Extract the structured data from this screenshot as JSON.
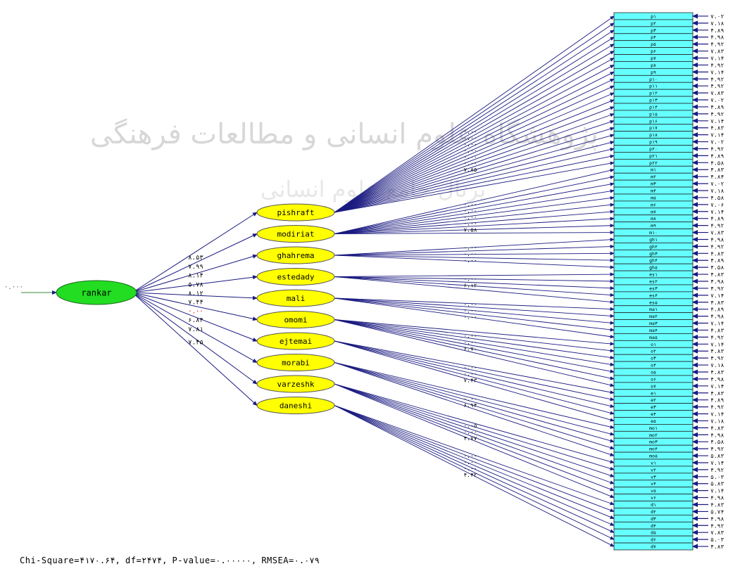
{
  "watermark": {
    "line1": "پژوهشگاه علوم انسانی و مطالعات فرهنگی",
    "line2": "پرتال جامع علوم انسانی"
  },
  "root": {
    "label": "rankar",
    "fill": "#22dd22",
    "error_label": "·.···"
  },
  "factors": [
    {
      "label": "pishraft",
      "loading": "",
      "n_items": 22,
      "group_labels": [
        "·.··",
        "·.··",
        "·.··",
        "·.··",
        "·.··",
        "·.··",
        "۷.۸۵"
      ]
    },
    {
      "label": "modiriat",
      "loading": "۸.۵۳",
      "n_items": 10,
      "group_labels": [
        "·.··",
        "·.··",
        "·.··",
        "·.··",
        "۷.۵۸"
      ]
    },
    {
      "label": "ghahrema",
      "loading": "۷.۹۹",
      "n_items": 5,
      "group_labels": [
        "·.··",
        "·.··",
        "·.··"
      ]
    },
    {
      "label": "estedady",
      "loading": "۸.۱۴",
      "n_items": 5,
      "group_labels": [
        "·.··",
        "۶.۱۲"
      ]
    },
    {
      "label": "mali",
      "loading": "۵.۷۸",
      "n_items": 5,
      "group_labels": [
        "·.··",
        "·.··",
        "·.··"
      ]
    },
    {
      "label": "omomi",
      "loading": "۸.۱۲",
      "n_items": 7,
      "group_labels": [
        "·.··",
        "·.··",
        "۶.۷۰"
      ]
    },
    {
      "label": "ejtemai",
      "loading": "۷.۴۴",
      "n_items": 5,
      "group_labels": [
        "·.··",
        "·.··",
        "۷.۴۳"
      ]
    },
    {
      "label": "morabi",
      "loading": "·.··",
      "n_items": 5,
      "group_labels": [
        "·.··",
        "۶.۹۴"
      ]
    },
    {
      "label": "varzeshk",
      "loading": "۶.۸۴",
      "n_items": 6,
      "group_labels": [
        "·.·۵",
        "·.··",
        "۴.۷۷"
      ]
    },
    {
      "label": "daneshi",
      "loading": "۷.۸۱",
      "n_items": 7,
      "group_labels": [
        "·.··",
        "·.··",
        "·.··",
        "۴.۴۲"
      ]
    }
  ],
  "extra_loading": "۷.۴۵",
  "indicators": [
    "p۱",
    "p۲",
    "p۳",
    "p۴",
    "p۵",
    "p۶",
    "p۷",
    "p۸",
    "p۹",
    "p۱۰",
    "p۱۱",
    "p۱۲",
    "p۱۳",
    "p۱۴",
    "p۱۵",
    "p۱۶",
    "p۱۷",
    "p۱۸",
    "p۱۹",
    "p۲۰",
    "p۲۱",
    "p۲۲",
    "m۱",
    "m۲",
    "m۳",
    "m۴",
    "m۵",
    "m۶",
    "m۷",
    "m۸",
    "m۹",
    "m۱۰",
    "gh۱",
    "gh۲",
    "gh۳",
    "gh۴",
    "gh۵",
    "es۱",
    "es۲",
    "es۳",
    "es۴",
    "es۵",
    "ma۱",
    "ma۲",
    "ma۳",
    "ma۴",
    "ma۵",
    "o۱",
    "o۲",
    "o۳",
    "o۴",
    "o۵",
    "o۶",
    "o۷",
    "e۱",
    "e۲",
    "e۳",
    "e۴",
    "e۵",
    "mo۱",
    "mo۲",
    "mo۳",
    "mo۴",
    "mo۵",
    "v۱",
    "v۲",
    "v۳",
    "v۴",
    "v۵",
    "v۶",
    "d۱",
    "d۲",
    "d۳",
    "d۴",
    "d۵",
    "d۶",
    "d۷"
  ],
  "errors": [
    "۷.۰۲",
    "۷.۱۸",
    "۴.۸۹",
    "۴.۹۸",
    "۴.۹۲",
    "۷.۸۳",
    "۷.۱۴",
    "۴.۹۲",
    "۷.۱۴",
    "۴.۹۲",
    "۴.۹۲",
    "۷.۸۳",
    "۷.۰۲",
    "۴.۸۹",
    "۴.۹۲",
    "۷.۱۴",
    "۴.۸۳",
    "۷.۱۴",
    "۷.۰۲",
    "۴.۹۲",
    "۴.۸۹",
    "۴.۵۸",
    "۴.۸۳",
    "۴.۸۴",
    "۷.۰۲",
    "۷.۱۸",
    "۴.۵۸",
    "۷.۰۶",
    "۷.۱۴",
    "۴.۸۹",
    "۴.۹۲",
    "۷.۸۳",
    "۴.۹۸",
    "۴.۹۲",
    "۴.۸۳",
    "۴.۸۹",
    "۴.۵۸",
    "۴.۸۳",
    "۴.۹۸",
    "۴.۹۲",
    "۷.۱۴",
    "۴.۸۳",
    "۴.۸۹",
    "۴.۹۸",
    "۷.۱۴",
    "۴.۸۳",
    "۴.۹۲",
    "۷.۱۴",
    "۴.۸۳",
    "۴.۹۲",
    "۷.۱۸",
    "۴.۸۳",
    "۴.۹۸",
    "۷.۱۴",
    "۴.۸۳",
    "۴.۸۹",
    "۴.۹۲",
    "۷.۱۴",
    "۷.۱۸",
    "۴.۸۳",
    "۴.۹۸",
    "۴.۵۸",
    "۴.۹۲",
    "۵.۸۳",
    "۷.۱۴",
    "۴.۹۲",
    "۵.۰۳",
    "۵.۸۳",
    "۷.۱۴",
    "۴.۹۸",
    "۴.۸۳",
    "۵.۷۴",
    "۴.۹۸",
    "۴.۹۲",
    "۷.۸۳",
    "۵.۰۳",
    "۴.۸۳"
  ],
  "fit_statistics": "Chi-Square=۴۱۷۰.۶۴, df=۲۴۷۴, P-value=۰.۰۰۰۰۰, RMSEA=۰.۰۷۹",
  "colors": {
    "factor_fill": "#ffff00",
    "indicator_fill": "#66ffff",
    "arrow": "#1a1a80"
  }
}
